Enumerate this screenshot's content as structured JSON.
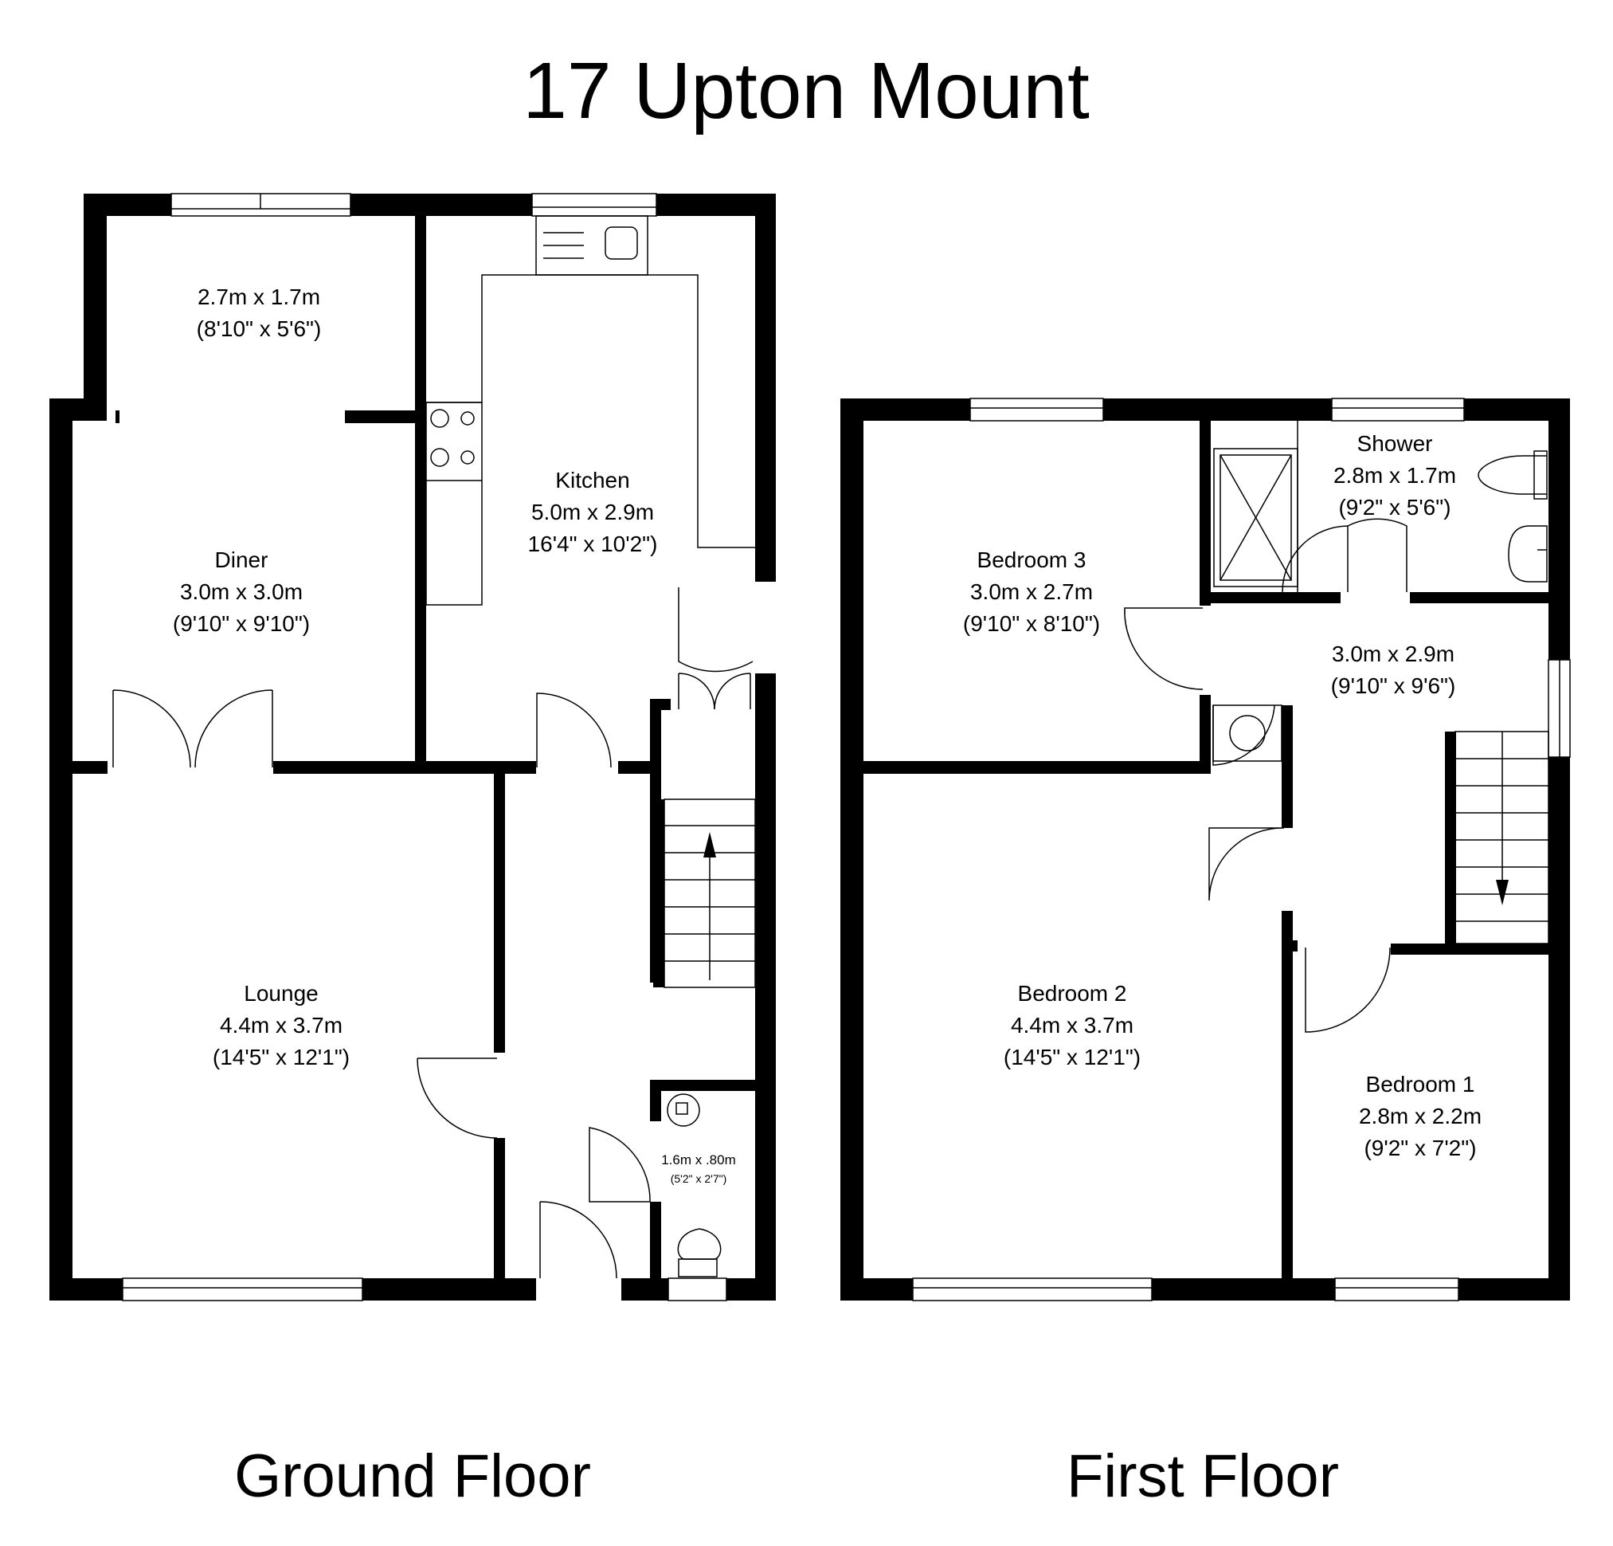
{
  "title": "17 Upton Mount",
  "ground_floor": {
    "label": "Ground Floor",
    "rooms": {
      "diner_ext": {
        "name": "",
        "metric": "2.7m x 1.7m",
        "imperial": "(8'10\" x 5'6\")"
      },
      "diner": {
        "name": "Diner",
        "metric": "3.0m x 3.0m",
        "imperial": "(9'10\" x 9'10\")"
      },
      "kitchen": {
        "name": "Kitchen",
        "metric": "5.0m x 2.9m",
        "imperial": "16'4\" x 10'2\")"
      },
      "lounge": {
        "name": "Lounge",
        "metric": "4.4m x 3.7m",
        "imperial": "(14'5\" x 12'1\")"
      },
      "wc": {
        "name": "",
        "metric": "1.6m x .80m",
        "imperial": "(5'2\" x 2'7\")"
      }
    }
  },
  "first_floor": {
    "label": "First Floor",
    "rooms": {
      "bedroom3": {
        "name": "Bedroom 3",
        "metric": "3.0m x 2.7m",
        "imperial": "(9'10\" x 8'10\")"
      },
      "shower": {
        "name": "Shower",
        "metric": "2.8m x 1.7m",
        "imperial": "(9'2\" x 5'6\")"
      },
      "landing": {
        "name": "",
        "metric": "3.0m x 2.9m",
        "imperial": "(9'10\" x 9'6\")"
      },
      "bedroom2": {
        "name": "Bedroom 2",
        "metric": "4.4m x 3.7m",
        "imperial": "(14'5\" x 12'1\")"
      },
      "bedroom1": {
        "name": "Bedroom 1",
        "metric": "2.8m x 2.2m",
        "imperial": "(9'2\" x 7'2\")"
      }
    }
  }
}
